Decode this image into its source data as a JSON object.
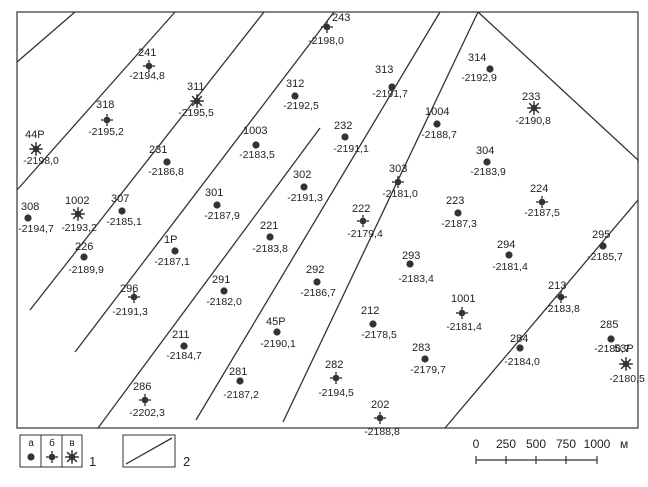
{
  "wells": [
    {
      "id": "243",
      "value": "-2198,0",
      "type": "b"
    },
    {
      "id": "241",
      "value": "-2194,8",
      "type": "b"
    },
    {
      "id": "311",
      "value": "-2195,5",
      "type": "v"
    },
    {
      "id": "312",
      "value": "-2192,5",
      "type": "a"
    },
    {
      "id": "313",
      "value": "-2191,7",
      "type": "a"
    },
    {
      "id": "314",
      "value": "-2192,9",
      "type": "a"
    },
    {
      "id": "233",
      "value": "-2190,8",
      "type": "v"
    },
    {
      "id": "318",
      "value": "-2195,2",
      "type": "b"
    },
    {
      "id": "44Р",
      "value": "-2198,0",
      "type": "v"
    },
    {
      "id": "1003",
      "value": "-2183,5",
      "type": "a"
    },
    {
      "id": "232",
      "value": "-2191,1",
      "type": "a"
    },
    {
      "id": "1004",
      "value": "-2188,7",
      "type": "a"
    },
    {
      "id": "231",
      "value": "-2186,8",
      "type": "a"
    },
    {
      "id": "304",
      "value": "-2183,9",
      "type": "a"
    },
    {
      "id": "303",
      "value": "-2181,0",
      "type": "b"
    },
    {
      "id": "302",
      "value": "-2191,3",
      "type": "a"
    },
    {
      "id": "301",
      "value": "-2187,9",
      "type": "a"
    },
    {
      "id": "224",
      "value": "-2187,5",
      "type": "b"
    },
    {
      "id": "308",
      "value": "-2194,7",
      "type": "a"
    },
    {
      "id": "1002",
      "value": "-2193,2",
      "type": "v"
    },
    {
      "id": "307",
      "value": "-2185,1",
      "type": "a"
    },
    {
      "id": "222",
      "value": "-2179,4",
      "type": "b"
    },
    {
      "id": "223",
      "value": "-2187,3",
      "type": "a"
    },
    {
      "id": "221",
      "value": "-2183,8",
      "type": "a"
    },
    {
      "id": "1Р",
      "value": "-2187,1",
      "type": "a"
    },
    {
      "id": "226",
      "value": "-2189,9",
      "type": "a"
    },
    {
      "id": "295",
      "value": "-2185,7",
      "type": "a"
    },
    {
      "id": "293",
      "value": "-2183,4",
      "type": "a"
    },
    {
      "id": "294",
      "value": "-2181,4",
      "type": "a"
    },
    {
      "id": "292",
      "value": "-2186,7",
      "type": "a"
    },
    {
      "id": "291",
      "value": "-2182,0",
      "type": "a"
    },
    {
      "id": "296",
      "value": "-2191,3",
      "type": "b"
    },
    {
      "id": "213",
      "value": "-2183,8",
      "type": "b"
    },
    {
      "id": "1001",
      "value": "-2181,4",
      "type": "b"
    },
    {
      "id": "212",
      "value": "-2178,5",
      "type": "a"
    },
    {
      "id": "45Р",
      "value": "-2190,1",
      "type": "a"
    },
    {
      "id": "211",
      "value": "-2184,7",
      "type": "a"
    },
    {
      "id": "285",
      "value": "-2180,7",
      "type": "a"
    },
    {
      "id": "284",
      "value": "-2184,0",
      "type": "a"
    },
    {
      "id": "283",
      "value": "-2179,7",
      "type": "a"
    },
    {
      "id": "53Р",
      "value": "-2180,5",
      "type": "v"
    },
    {
      "id": "281",
      "value": "-2187,2",
      "type": "a"
    },
    {
      "id": "282",
      "value": "-2194,5",
      "type": "b"
    },
    {
      "id": "286",
      "value": "-2202,3",
      "type": "b"
    },
    {
      "id": "202",
      "value": "-2188,8",
      "type": "b"
    }
  ],
  "legend": {
    "item1": {
      "subs": [
        "а",
        "б",
        "в"
      ],
      "number": "1"
    },
    "item2": {
      "number": "2"
    }
  },
  "scale": {
    "ticks": [
      "0",
      "250",
      "500",
      "750",
      "1000"
    ],
    "unit": "м"
  }
}
